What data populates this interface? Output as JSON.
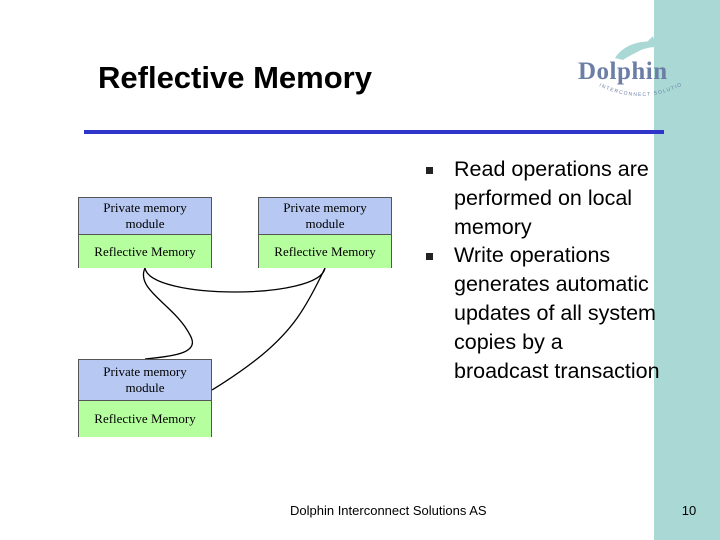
{
  "slide": {
    "title": "Reflective Memory",
    "footer": "Dolphin Interconnect Solutions AS",
    "page_number": "10"
  },
  "logo": {
    "word": "Dolphin",
    "tagline": "INTERCONNECT SOLUTIONS"
  },
  "diagram": {
    "nodes": [
      {
        "top": "Private memory module",
        "bottom": "Reflective Memory"
      },
      {
        "top": "Private memory module",
        "bottom": "Reflective Memory"
      },
      {
        "top": "Private memory module",
        "bottom": "Reflective Memory"
      }
    ]
  },
  "bullets": [
    "Read operations are performed on local memory",
    "Write operations generates automatic updates of all system copies by a broadcast transaction"
  ],
  "colors": {
    "side_band": "#a9d8d5",
    "rule": "#2f35c8",
    "module_fill": "#b7c8f2",
    "reflective_fill": "#b6ff9e",
    "logo": "#6c7ea6"
  }
}
